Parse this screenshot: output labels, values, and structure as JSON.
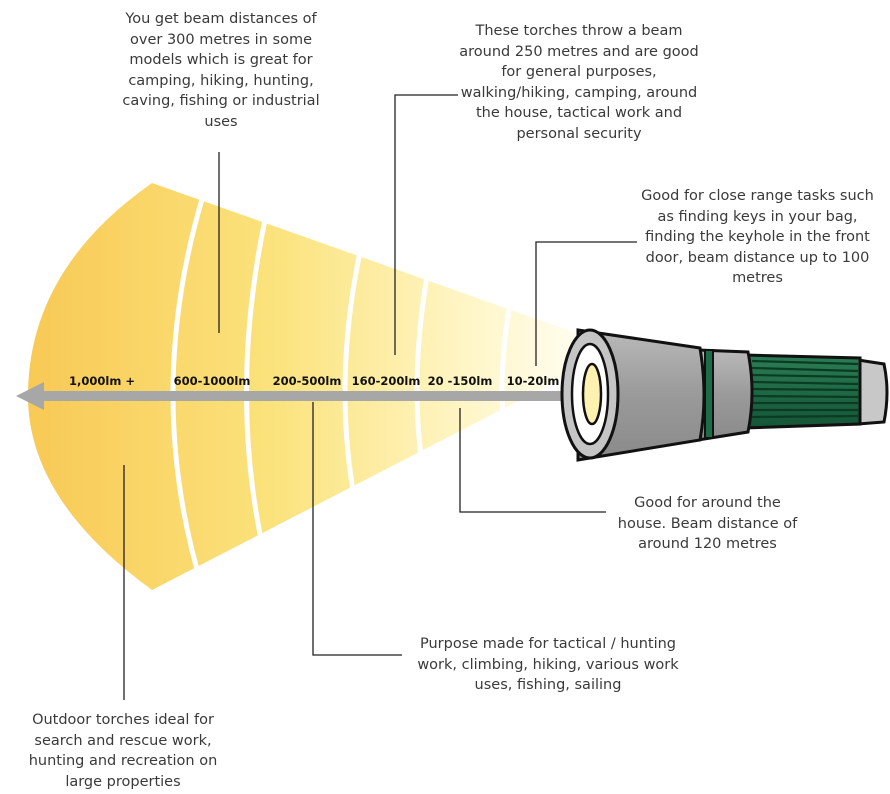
{
  "bands": [
    {
      "label": "1,000lm +"
    },
    {
      "label": "600-1000lm"
    },
    {
      "label": "200-500lm"
    },
    {
      "label": "160-200lm"
    },
    {
      "label": "20 -150lm"
    },
    {
      "label": "10-20lm"
    }
  ],
  "annotations": {
    "band_600_1000": "You get beam distances of over 300 metres in some models which is great for camping, hiking, hunting, caving, fishing or industrial uses",
    "band_160_200": "These torches throw a beam around 250 metres and are good for general purposes, walking/hiking, camping, around the house, tactical work and personal security",
    "band_10_20": "Good for close range tasks such as finding keys in your bag, finding the keyhole in the front door, beam distance up to 100 metres",
    "band_20_150": "Good for around the house. Beam distance of around 120 metres",
    "band_200_500": "Purpose made for tactical / hunting work, climbing, hiking, various work uses, fishing, sailing",
    "band_1000_plus": "Outdoor torches ideal for search and rescue work, hunting and recreation on large properties"
  },
  "colors": {
    "beam_far": "#f8c955",
    "beam_near": "#fffbe6",
    "axis_arrow": "#a7a7a7",
    "torch_body": "#9d9d9d",
    "torch_grip": "#1d6b47",
    "torch_lens": "#fff2b0"
  }
}
